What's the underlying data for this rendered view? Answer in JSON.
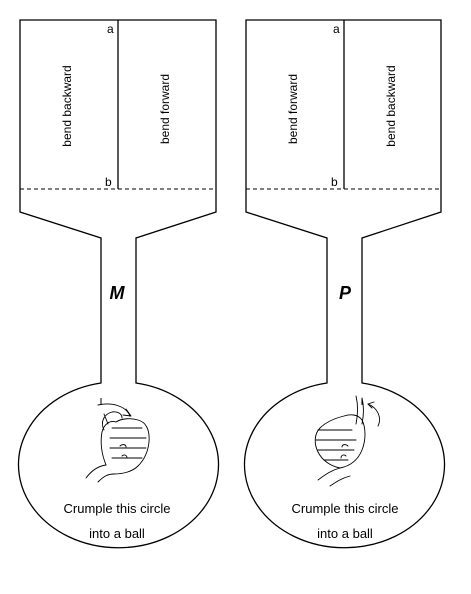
{
  "cutouts": [
    {
      "id": "left",
      "letter": "M",
      "panels": {
        "left": "bend backward",
        "right": "bend forward"
      },
      "corner_top": "a",
      "corner_bottom": "b",
      "caption_line1": "Crumple this circle",
      "caption_line2": "into a ball",
      "hand_icon": "hand-sign-icon"
    },
    {
      "id": "right",
      "letter": "P",
      "panels": {
        "left": "bend forward",
        "right": "bend backward"
      },
      "corner_top": "a",
      "corner_bottom": "b",
      "caption_line1": "Crumple this circle",
      "caption_line2": "into a ball",
      "hand_icon": "hand-sign-icon"
    }
  ]
}
